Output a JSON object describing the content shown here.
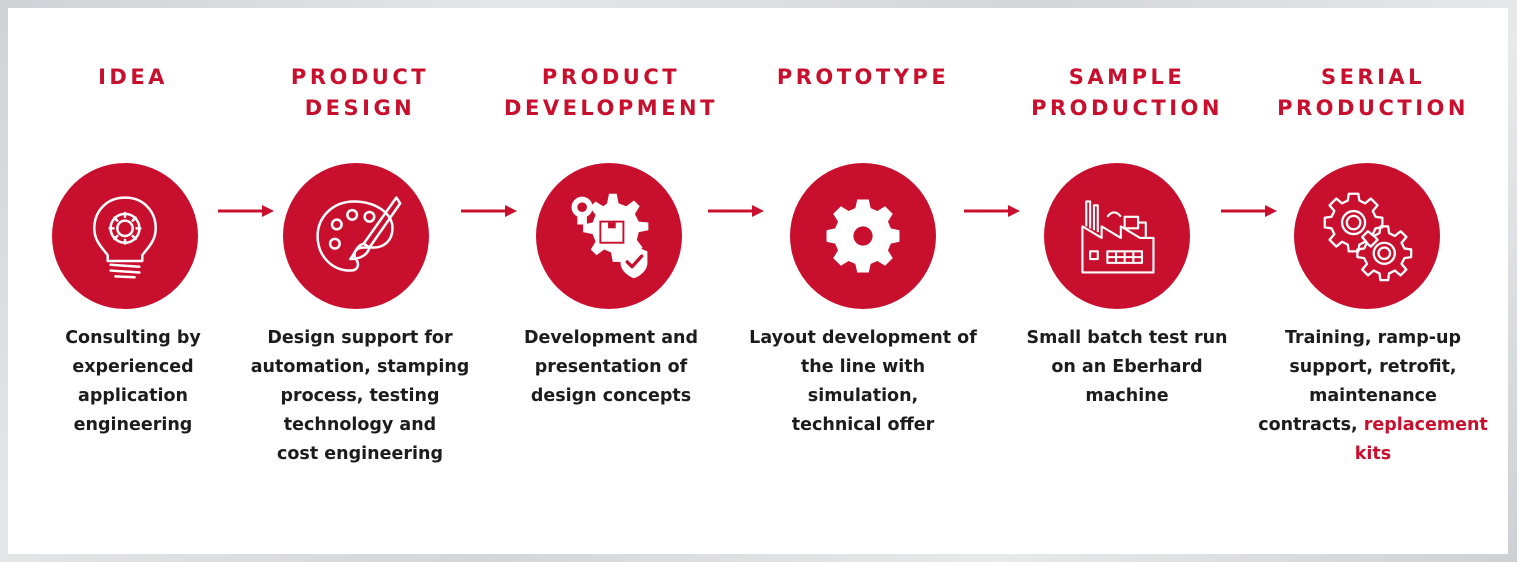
{
  "colors": {
    "accent": "#c8102e",
    "text": "#1c1c1c",
    "background": "#ffffff"
  },
  "steps": [
    {
      "title": "IDEA",
      "icon": "lightbulb-gear-icon",
      "description": "Consulting by\nexperienced\napplication\nengineering"
    },
    {
      "title": "PRODUCT\nDESIGN",
      "icon": "palette-brush-icon",
      "description": "Design support for\nautomation, stamping\nprocess, testing\ntechnology and\ncost engineering"
    },
    {
      "title": "PRODUCT\nDEVELOPMENT",
      "icon": "development-gear-box-check-icon",
      "description": "Development and\npresentation of\ndesign concepts"
    },
    {
      "title": "PROTOTYPE",
      "icon": "gear-icon",
      "description": "Layout development of\nthe line with\nsimulation,\ntechnical offer"
    },
    {
      "title": "SAMPLE\nPRODUCTION",
      "icon": "factory-icon",
      "description": "Small batch test run\non an Eberhard\nmachine"
    },
    {
      "title": "SERIAL\nPRODUCTION",
      "icon": "double-gears-icon",
      "description": "Training, ramp-up\nsupport, retrofit,\nmaintenance\ncontracts, ",
      "description_link": "replacement\nkits"
    }
  ]
}
